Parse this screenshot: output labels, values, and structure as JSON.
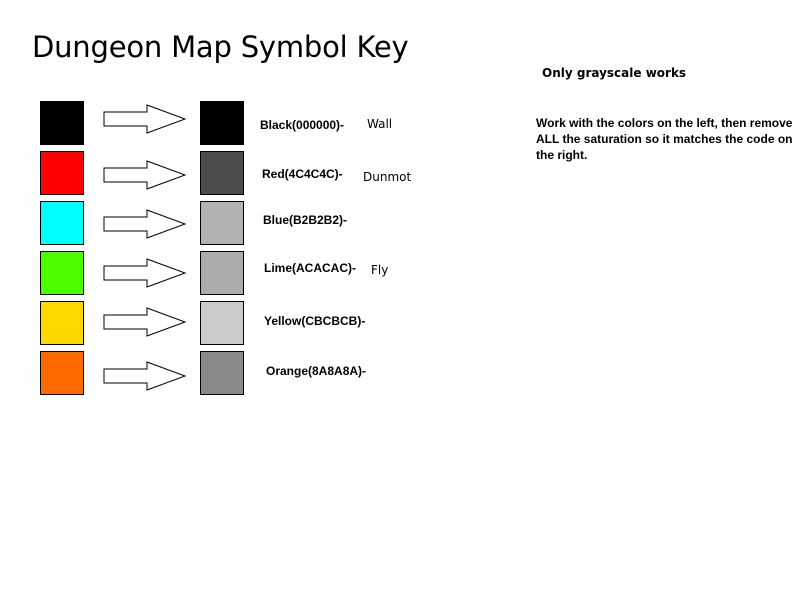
{
  "title": "Dungeon Map Symbol Key",
  "note": {
    "heading": "Only grayscale works",
    "body": "Work with the colors on the left, then remove ALL the saturation so it matches the code on the right."
  },
  "rows": [
    {
      "color": "#000000",
      "gray": "#000000",
      "label": "Black(000000)-",
      "meaning": "Wall"
    },
    {
      "color": "#FF0000",
      "gray": "#4C4C4C",
      "label": "Red(4C4C4C)-",
      "meaning": "Dunmot"
    },
    {
      "color": "#00FFFF",
      "gray": "#B2B2B2",
      "label": "Blue(B2B2B2)-",
      "meaning": ""
    },
    {
      "color": "#4CFF00",
      "gray": "#ACACAC",
      "label": "Lime(ACACAC)-",
      "meaning": "Fly"
    },
    {
      "color": "#FFD800",
      "gray": "#CBCBCB",
      "label": "Yellow(CBCBCB)-",
      "meaning": ""
    },
    {
      "color": "#FF6A00",
      "gray": "#8A8A8A",
      "label": "Orange(8A8A8A)-",
      "meaning": ""
    }
  ]
}
